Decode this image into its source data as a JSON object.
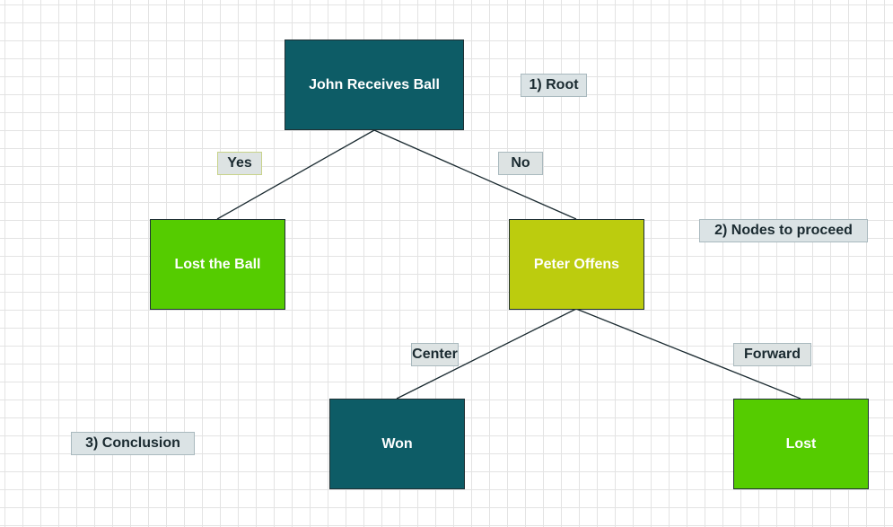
{
  "colors": {
    "dark_teal": "#0d5c66",
    "bright_green": "#55cc00",
    "olive_yellow": "#bccc0e",
    "line": "#1a2a30",
    "annotation_bg": "#dbe3e5"
  },
  "nodes": {
    "root": "John Receives Ball",
    "lost_ball": "Lost the Ball",
    "peter_offens": "Peter Offens",
    "won": "Won",
    "lost": "Lost"
  },
  "edges": {
    "yes": "Yes",
    "no": "No",
    "center": "Center",
    "forward": "Forward"
  },
  "annotations": {
    "root": "1) Root",
    "nodes_to_proceed": "2) Nodes to proceed",
    "conclusion": "3) Conclusion"
  }
}
